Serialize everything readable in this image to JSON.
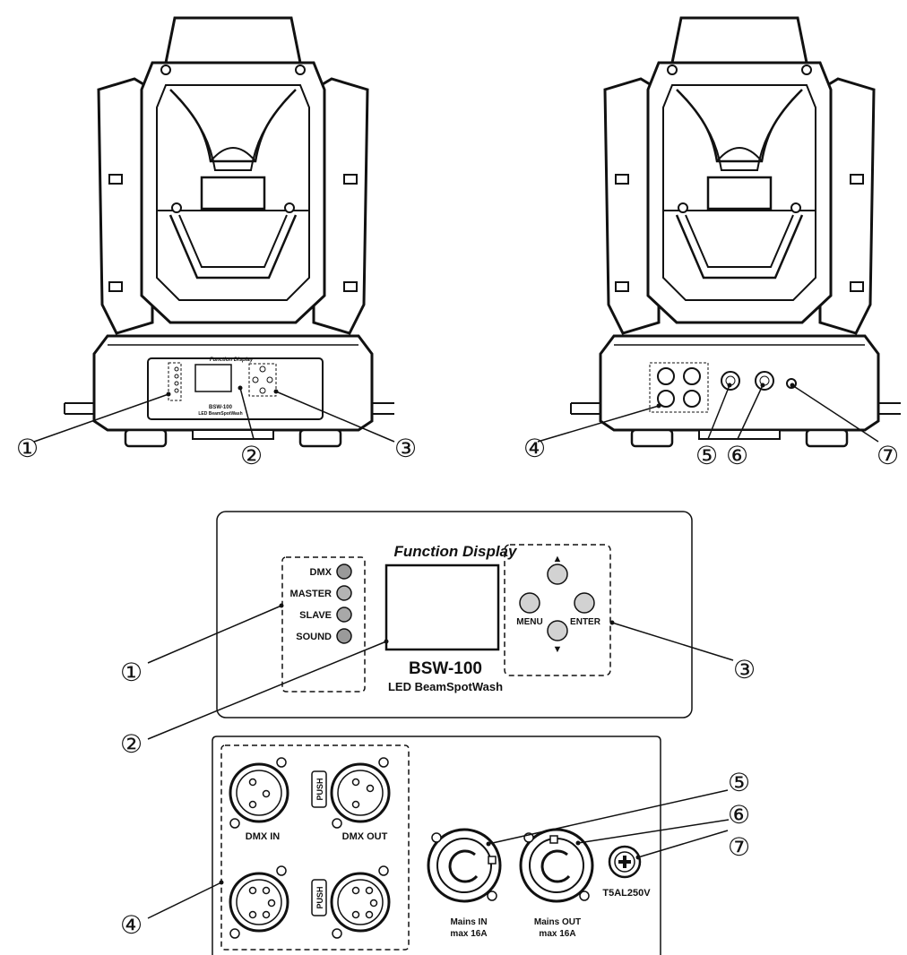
{
  "callouts": [
    "①",
    "②",
    "③",
    "④",
    "⑤",
    "⑥",
    "⑦"
  ],
  "front_panel": {
    "title": "Function Display",
    "model": "BSW-100",
    "subtitle": "LED BeamSpotWash",
    "leds": [
      "DMX",
      "MASTER",
      "SLAVE",
      "SOUND"
    ],
    "buttons": {
      "menu": "MENU",
      "enter": "ENTER",
      "up": "▲",
      "down": "▼"
    }
  },
  "rear_panel": {
    "dmx_in": "DMX IN",
    "dmx_out": "DMX OUT",
    "push": "PUSH",
    "mains_in": [
      "Mains IN",
      "max 16A"
    ],
    "mains_out": [
      "Mains OUT",
      "max 16A"
    ],
    "fuse": "T5AL250V"
  }
}
